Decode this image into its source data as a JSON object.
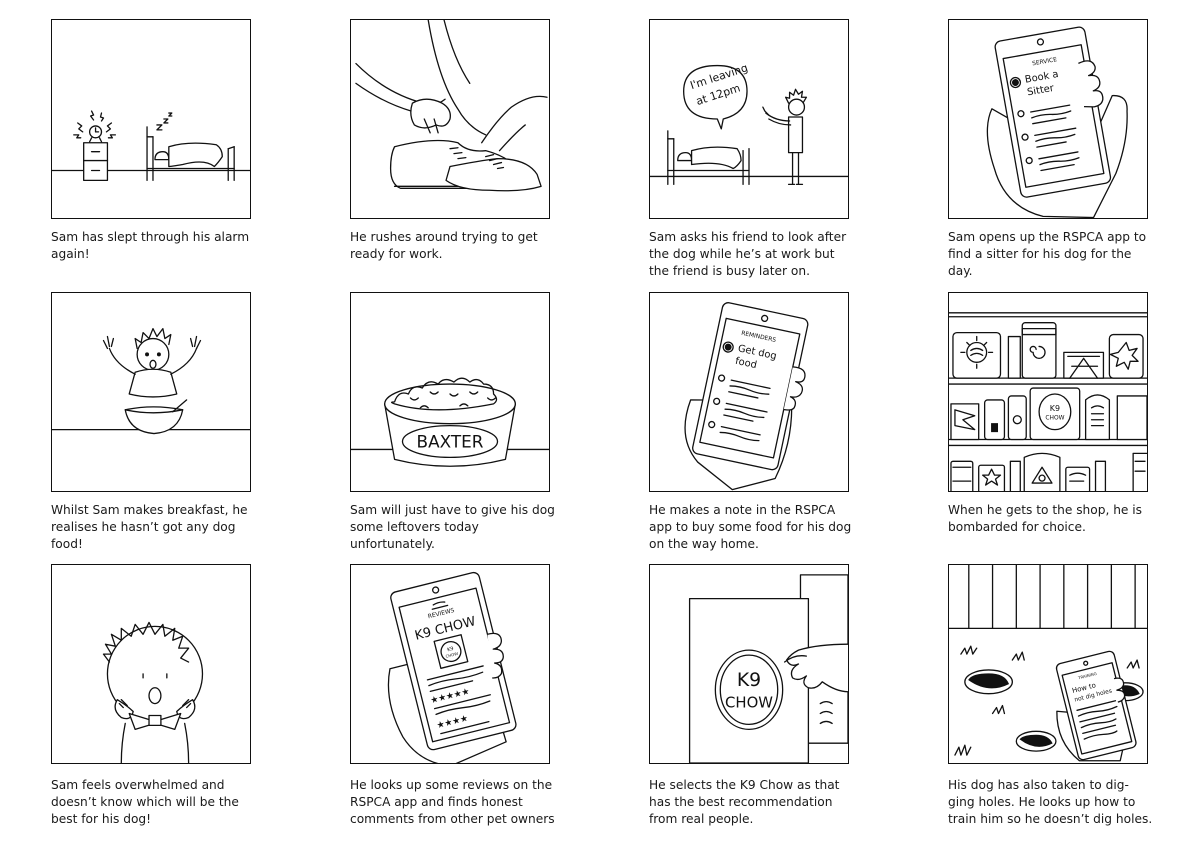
{
  "panels": [
    {
      "caption": "Sam has slept through his alarm again!"
    },
    {
      "caption": "He rushes around trying to get ready for work."
    },
    {
      "caption": "Sam asks his friend to look after the dog while he’s at work but the friend is busy later on.",
      "bubble_line1": "I'm leaving",
      "bubble_line2": "at 12pm"
    },
    {
      "caption": "Sam opens up the RSPCA app to find a sitter for his dog for the day.",
      "screen_header": "SERVICE",
      "screen_item_line1": "Book a",
      "screen_item_line2": "Sitter"
    },
    {
      "caption": "Whilst Sam makes breakfast, he realises he hasn’t got any dog food!"
    },
    {
      "caption": "Sam will just have to give his dog some leftovers today unfortunately.",
      "bowl_label": "BAXTER"
    },
    {
      "caption": "He makes a note in the RSPCA app to buy some food for his dog on the way home.",
      "screen_header": "REMINDERS",
      "screen_item_line1": "Get dog",
      "screen_item_line2": "food"
    },
    {
      "caption": "When he gets to the shop, he is bombarded for choice.",
      "package_label_line1": "K9",
      "package_label_line2": "CHOW"
    },
    {
      "caption": "Sam feels overwhelmed and doesn’t know which will be the best for his dog!"
    },
    {
      "caption": "He looks up some reviews on the RSPCA app and finds honest comments from other pet owners",
      "screen_header": "REVIEWS",
      "screen_title": "K9 CHOW",
      "pack_line1": "K9",
      "pack_line2": "CHOW"
    },
    {
      "caption": "He selects the K9 Chow as that has the best recommendation from real people.",
      "box_line1": "K9",
      "box_line2": "CHOW"
    },
    {
      "caption": "His dog has also taken to dig-ging holes. He looks up how to train him so he doesn’t dig holes.",
      "screen_header": "TRAINING",
      "screen_title_line1": "How to",
      "screen_title_line2": "not dig holes"
    }
  ]
}
